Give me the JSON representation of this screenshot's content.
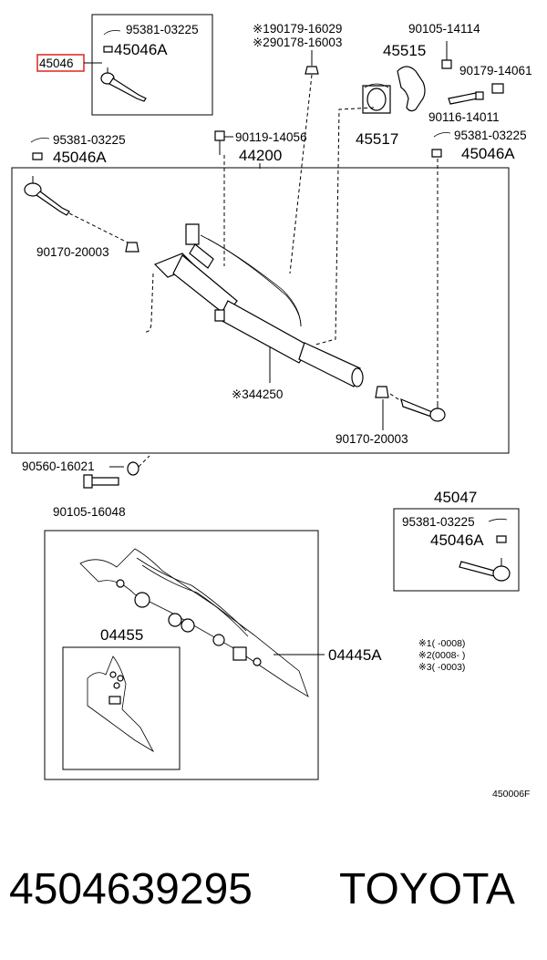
{
  "highlight_color": "#e0322d",
  "top_group": {
    "highlighted_part": "45046",
    "cotter_pin": "95381-03225",
    "nut": "45046A"
  },
  "left_group": {
    "cotter_pin": "95381-03225",
    "nut": "45046A"
  },
  "mount_bolt_top": "90119-14056",
  "assembly_label": "44200",
  "center_callouts": {
    "line1": "※190179-16029",
    "line2": "※290178-16003"
  },
  "right_top": {
    "bolt": "90105-14114",
    "bracket": "45515",
    "nut": "90179-14061",
    "stud": "90116-14011",
    "bushing": "45517"
  },
  "right_group": {
    "cotter_pin": "95381-03225",
    "nut": "45046A"
  },
  "left_locknut": "90170-20003",
  "gear_assembly": "※344250",
  "right_locknut": "90170-20003",
  "washer": "90560-16021",
  "bolt_bottom": "90105-16048",
  "tie_rod_kit": {
    "title": "45047",
    "cotter_pin": "95381-03225",
    "nut": "45046A"
  },
  "seal_kit": "04455",
  "gasket_kit": "04445A",
  "notes": [
    "※1(      -0008)",
    "※2(0008-      )",
    "※3(      -0003)"
  ],
  "diagram_code": "450006F",
  "footer": {
    "part_number": "4504639295",
    "brand": "TOYOTA"
  }
}
